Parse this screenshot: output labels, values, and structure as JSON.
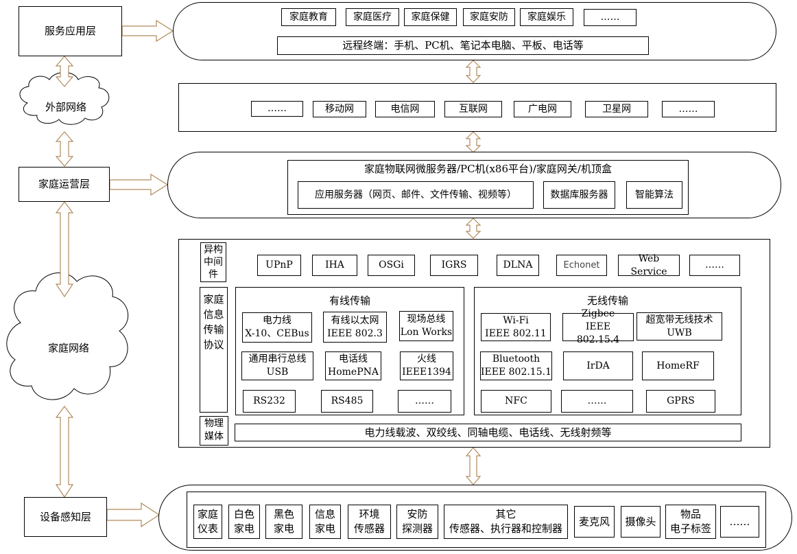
{
  "left_column": {
    "service_layer": "服务应用层",
    "external_network": "外部网络",
    "operation_layer": "家庭运营层",
    "home_network": "家庭网络",
    "device_layer": "设备感知层"
  },
  "service": {
    "apps": [
      "家庭教育",
      "家庭医疗",
      "家庭保健",
      "家庭安防",
      "家庭娱乐",
      "……"
    ],
    "terminals": "远程终端：手机、PC机、笔记本电脑、平板、电话等"
  },
  "external": {
    "networks": [
      "……",
      "移动网",
      "电信网",
      "互联网",
      "广电网",
      "卫星网",
      "……"
    ]
  },
  "operation": {
    "header": "家庭物联网微服务器/PC机(x86平台)/家庭网关/机顶盒",
    "app_server": "应用服务器（网页、邮件、文件传输、视频等）",
    "db_server": "数据库服务器",
    "algorithm": "智能算法"
  },
  "home": {
    "middleware_label": "异构中间件",
    "middleware": [
      "UPnP",
      "IHA",
      "OSGi",
      "IGRS",
      "DLNA",
      "Echonet",
      "Web Service",
      "……"
    ],
    "protocol_label": "家庭信息传输协议",
    "wired_title": "有线传输",
    "wired": [
      "电力线\nX-10、CEBus",
      "有线以太网\nIEEE 802.3",
      "现场总线\nLon Works",
      "通用串行总线\nUSB",
      "电话线\nHomePNA",
      "火线\nIEEE1394",
      "RS232",
      "RS485",
      "……"
    ],
    "wireless_title": "无线传输",
    "wireless": [
      "Wi-Fi\nIEEE 802.11",
      "Zigbee\nIEEE 802.15.4",
      "超宽带无线技术\nUWB",
      "Bluetooth\nIEEE 802.15.1",
      "IrDA",
      "HomeRF",
      "NFC",
      "……",
      "GPRS"
    ],
    "media_label": "物理媒体",
    "media": "电力线载波、双绞线、同轴电缆、电话线、无线射频等"
  },
  "devices": {
    "items": [
      "家庭\n仪表",
      "白色\n家电",
      "黑色\n家电",
      "信息\n家电",
      "环境\n传感器",
      "安防\n探测器",
      "其它\n传感器、执行器和控制器",
      "麦克风",
      "摄像头",
      "物品\n电子标签",
      "……"
    ]
  }
}
